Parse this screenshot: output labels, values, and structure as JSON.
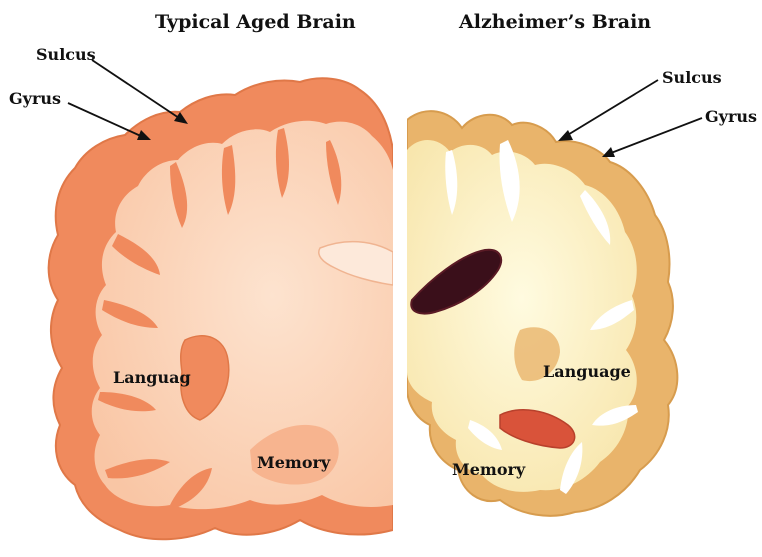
{
  "panels": {
    "left": {
      "title": "Typical Aged Brain",
      "labels": {
        "sulcus": "Sulcus",
        "gyrus": "Gyrus",
        "language": "Languag",
        "memory": "Memory"
      }
    },
    "right": {
      "title": "Alzheimer’s Brain",
      "labels": {
        "sulcus": "Sulcus",
        "gyrus": "Gyrus",
        "language": "Language",
        "memory": "Memory"
      }
    }
  },
  "colors": {
    "healthy_cortex": "#f08a5d",
    "healthy_white_matter": "#fbd0b4",
    "alzheimer_cortex": "#e9b46b",
    "alzheimer_white_matter": "#fdf3c6",
    "ventricle": "#3a0f1a",
    "hippocampus_cavity": "#d9533a"
  }
}
